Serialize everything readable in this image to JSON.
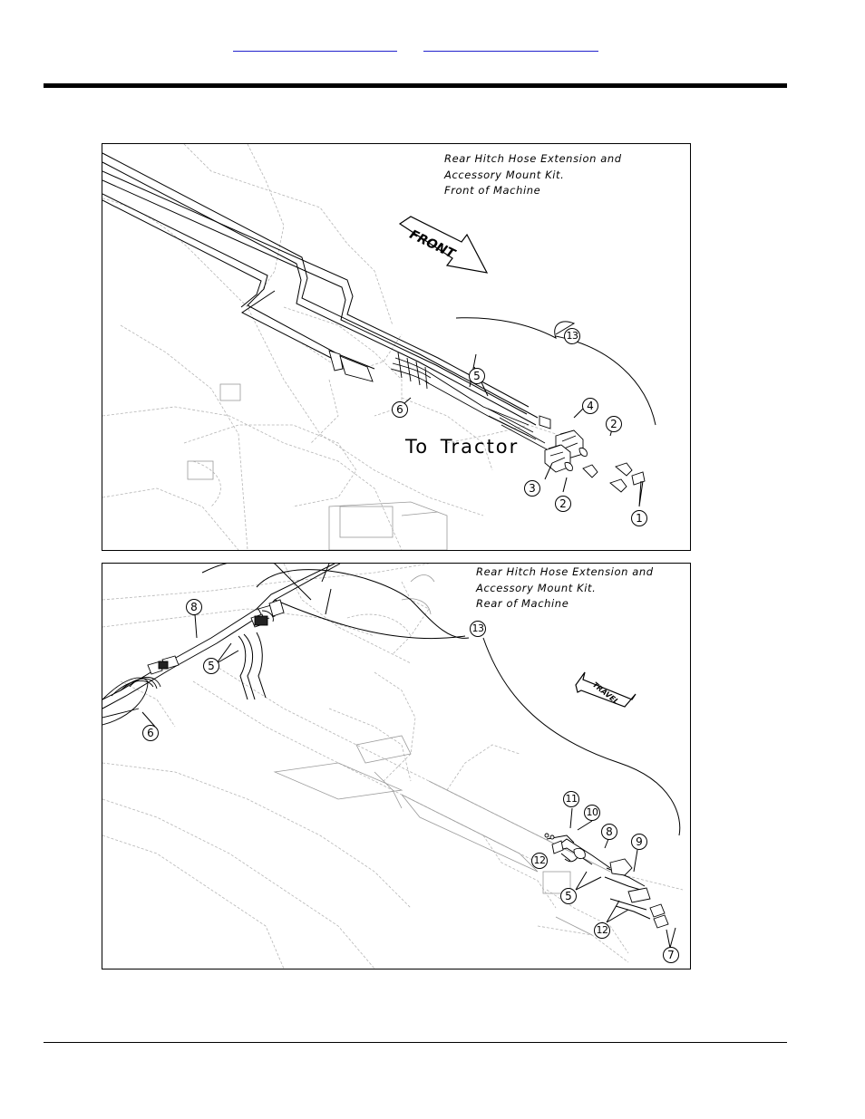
{
  "header": {
    "links": [
      "",
      ""
    ]
  },
  "front_panel": {
    "caption": "Rear Hitch Hose Extension and\nAccessory Mount Kit.\nFront of Machine",
    "direction_arrow_label": "FRONT",
    "note": "To Tractor",
    "callouts": [
      "13",
      "5",
      "6",
      "4",
      "2",
      "3",
      "2",
      "1"
    ]
  },
  "rear_panel": {
    "caption": "Rear Hitch Hose Extension and\nAccessory Mount Kit.\nRear of Machine",
    "direction_arrow_label": "TRAVEL",
    "callouts": [
      "8",
      "13",
      "5",
      "6",
      "11",
      "10",
      "8",
      "9",
      "12",
      "5",
      "12",
      "7"
    ]
  },
  "colors": {
    "line": "#000000",
    "faint_line": "#b8b8b8",
    "link": "#2222cc"
  }
}
